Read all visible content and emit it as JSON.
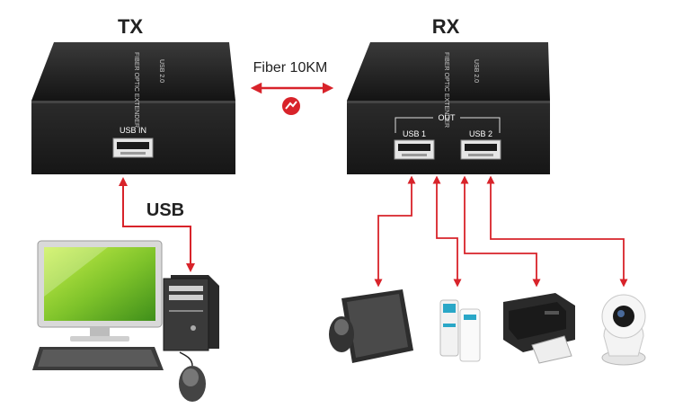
{
  "labels": {
    "tx": "TX",
    "rx": "RX",
    "fiber": "Fiber 10KM",
    "usb": "USB",
    "usb_in": "USB  IN",
    "out": "OUT",
    "usb1": "USB  1",
    "usb2": "USB  2",
    "box_top_text": "FIBER OPTIC EXTENDER",
    "box_model": "USB 2.0"
  },
  "colors": {
    "accent": "#d8232a",
    "box": "#1e1e1e",
    "box_front": "#262626"
  },
  "icons": [
    "fiber-link-icon",
    "computer-icon",
    "keyboard-mouse-icon",
    "usb-drive-icon",
    "printer-icon",
    "camera-icon"
  ]
}
